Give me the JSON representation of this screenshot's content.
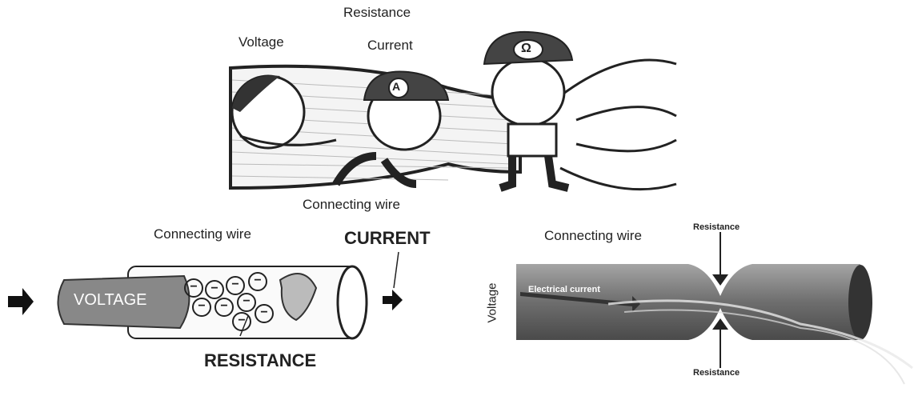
{
  "top_panel": {
    "voltage": "Voltage",
    "current": "Current",
    "resistance": "Resistance",
    "wire": "Connecting wire",
    "current_cap_letter": "A",
    "resistance_cap_symbol": "Ω"
  },
  "left_panel": {
    "wire": "Connecting wire",
    "current": "CURRENT",
    "voltage": "VOLTAGE",
    "resistance": "RESISTANCE",
    "electron_symbol": "−"
  },
  "right_panel": {
    "wire": "Connecting wire",
    "voltage": "Voltage",
    "current": "Electrical current",
    "resistance_top": "Resistance",
    "resistance_bottom": "Resistance"
  }
}
